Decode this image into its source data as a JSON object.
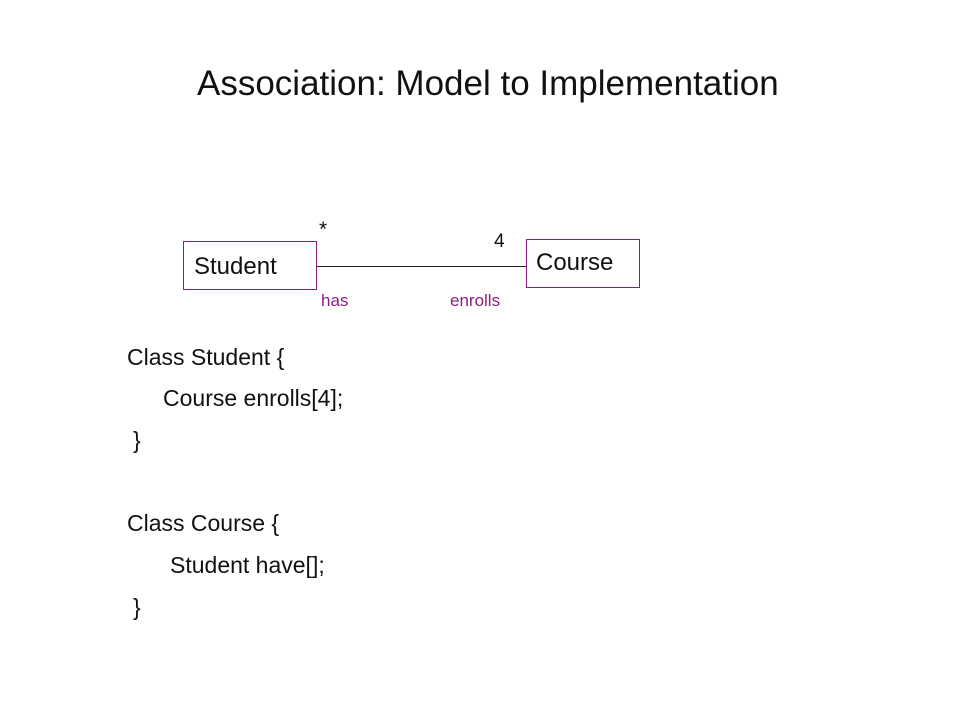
{
  "slide": {
    "title": "Association: Model to Implementation"
  },
  "diagram": {
    "student_class": "Student",
    "course_class": "Course",
    "student_end_multiplicity": "*",
    "course_end_multiplicity": "4",
    "student_end_role": "has",
    "course_end_role": "enrolls",
    "colors": {
      "box_border": "#8a1f7e",
      "role_text": "#8a1f7e",
      "line": "#222222"
    }
  },
  "code": {
    "lines": [
      "Class Student {",
      "Course enrolls[4];",
      "}",
      "Class Course {",
      "Student have[];",
      "}"
    ]
  }
}
